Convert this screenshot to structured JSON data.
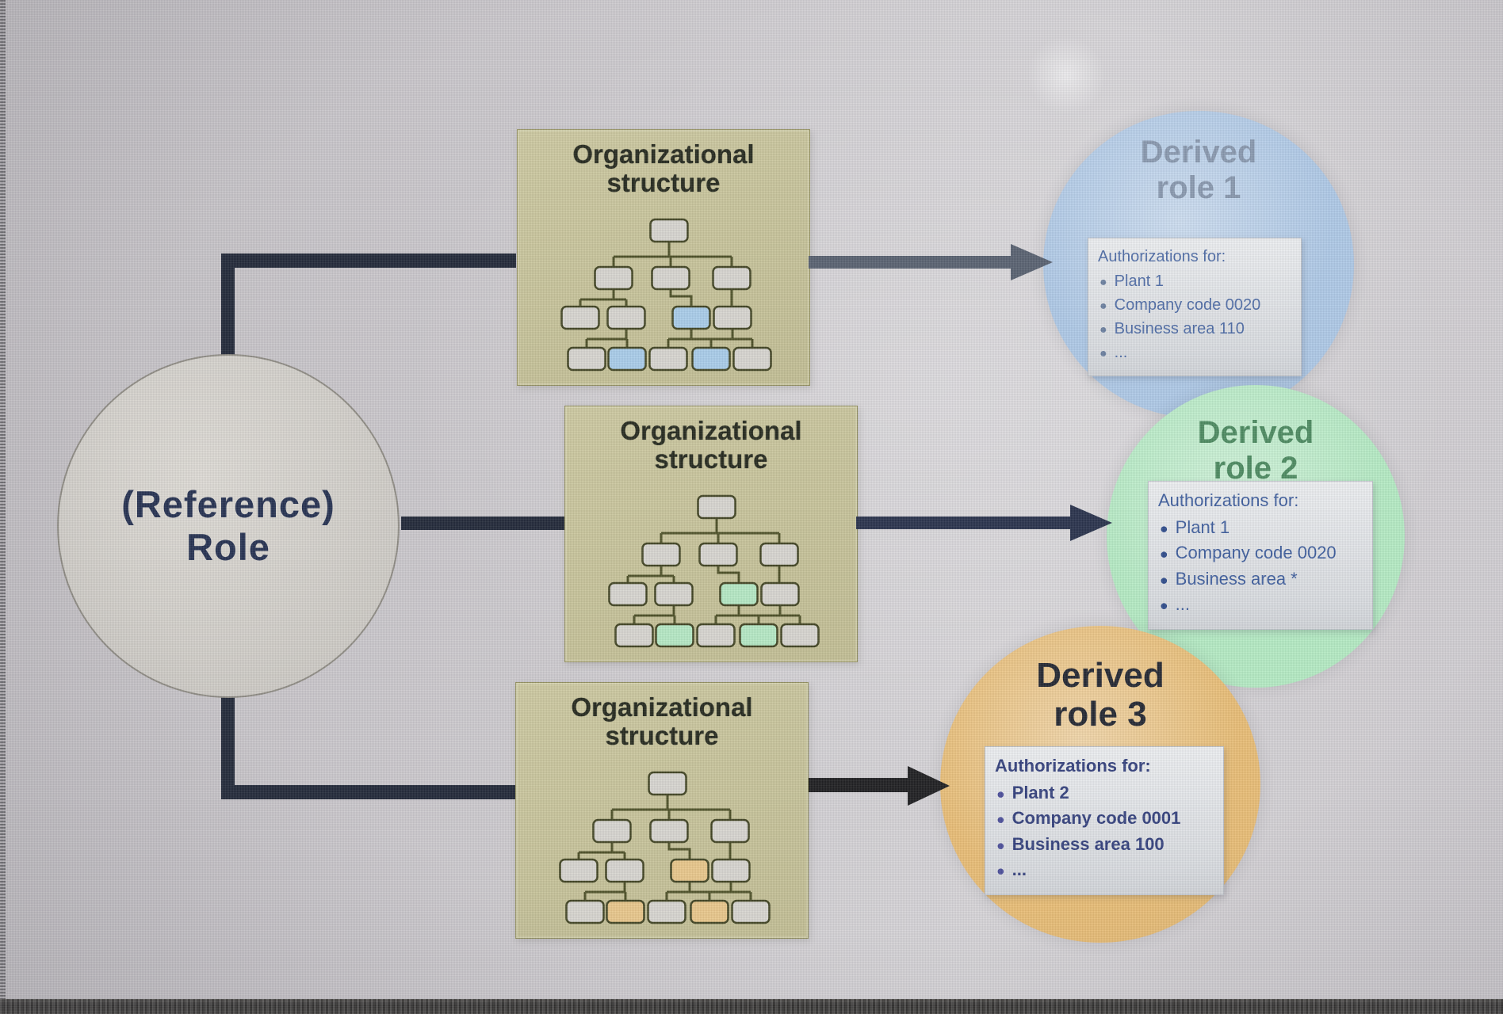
{
  "reference_role": {
    "title_line1": "(Reference)",
    "title_line2": "Role"
  },
  "org_boxes": [
    {
      "title_line1": "Organizational",
      "title_line2": "structure",
      "highlight_color": "#a9cdea",
      "highlighted_nodes": [
        "r3n3",
        "r4n2",
        "r4n4"
      ]
    },
    {
      "title_line1": "Organizational",
      "title_line2": "structure",
      "highlight_color": "#b5e9c4",
      "highlighted_nodes": [
        "r3n3",
        "r4n2",
        "r4n4"
      ]
    },
    {
      "title_line1": "Organizational",
      "title_line2": "structure",
      "highlight_color": "#e9c78a",
      "highlighted_nodes": [
        "r3n3",
        "r4n2",
        "r4n4"
      ]
    }
  ],
  "derived_roles": [
    {
      "title_line1": "Derived",
      "title_line2": "role 1",
      "circle_color": "#aec9e7",
      "title_color": "#8898ae",
      "panel_text_color": "#4e6ca6",
      "bullet_color": "#6a7f9f",
      "panel": {
        "header": "Authorizations for:",
        "items": [
          "Plant 1",
          "Company code 0020",
          "Business area 110",
          "..."
        ]
      }
    },
    {
      "title_line1": "Derived",
      "title_line2": "role 2",
      "circle_color": "#b4ebc3",
      "title_color": "#4b8a5f",
      "panel_text_color": "#3c5c9c",
      "bullet_color": "#2c4a8a",
      "panel": {
        "header": "Authorizations for:",
        "items": [
          "Plant 1",
          "Company code 0020",
          "Business area *",
          "..."
        ]
      }
    },
    {
      "title_line1": "Derived",
      "title_line2": "role 3",
      "circle_color": "#e9bd74",
      "title_color": "#21252f",
      "panel_text_color": "#323f7c",
      "bullet_color": "#4a4d9a",
      "panel": {
        "header": "Authorizations for:",
        "items": [
          "Plant 2",
          "Company code 0001",
          "Business area 100",
          "..."
        ]
      }
    }
  ],
  "arrows": [
    {
      "color": "#57606f"
    },
    {
      "color": "#27304a"
    },
    {
      "color": "#1c1c1e"
    }
  ],
  "connector_color": "#1f2636",
  "ui": {
    "bullet": "●"
  }
}
